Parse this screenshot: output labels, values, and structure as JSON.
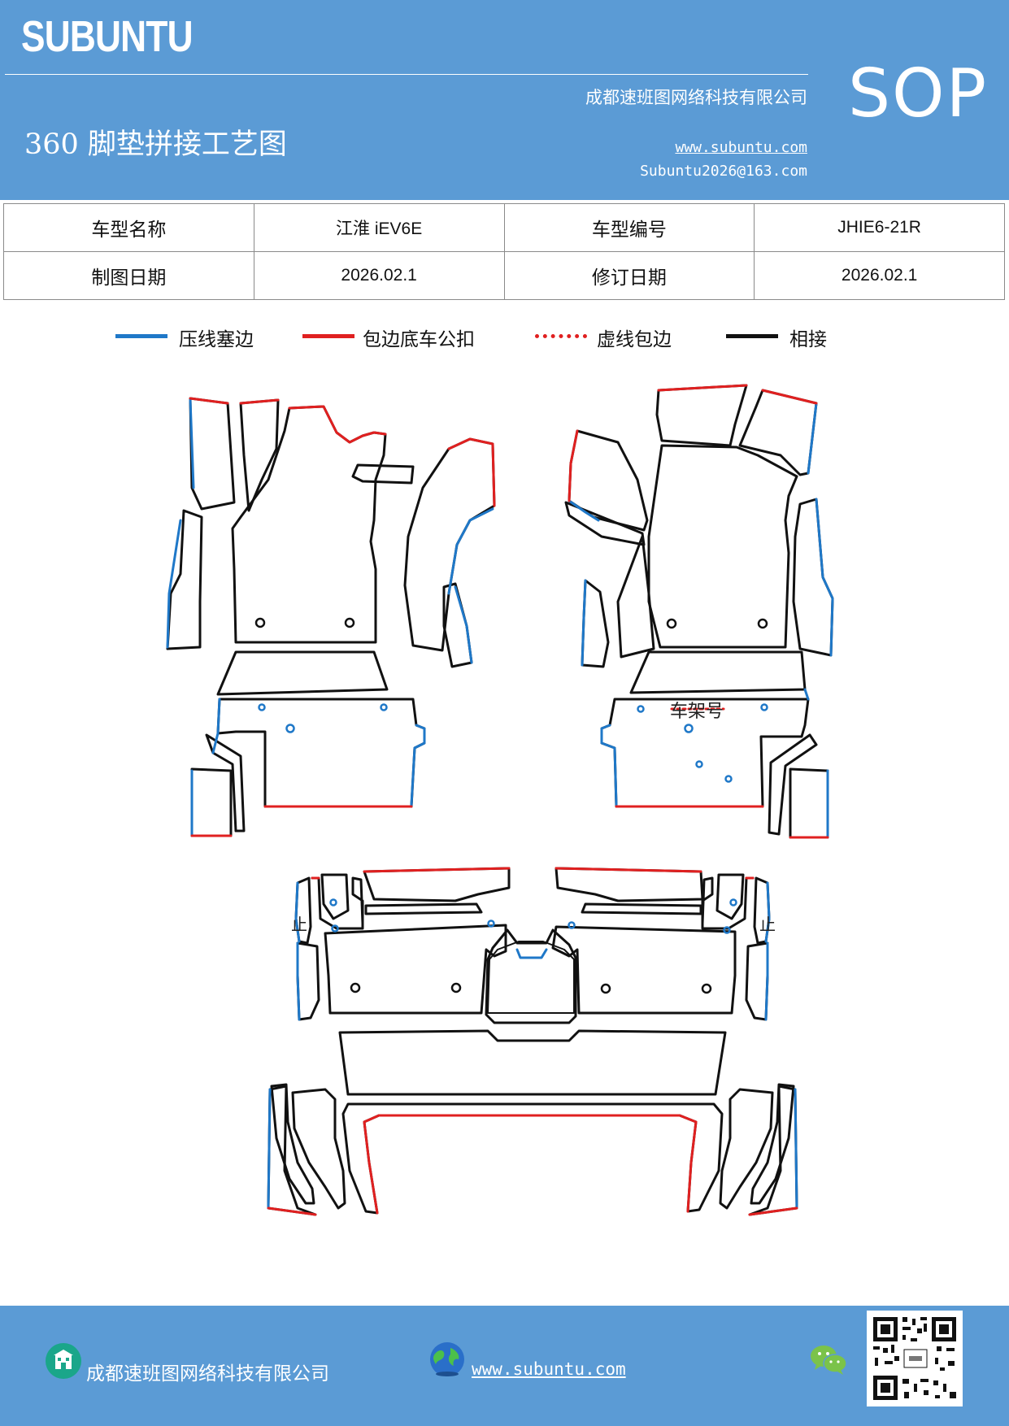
{
  "header": {
    "brand": "SUBUNTU",
    "company": "成都速班图网络科技有限公司",
    "title": "360 脚垫拼接工艺图",
    "website": "www.subuntu.com",
    "email": "Subuntu2026@163.com",
    "badge": "SOP",
    "background_color": "#5b9bd5"
  },
  "info_table": {
    "rows": [
      [
        "车型名称",
        "江淮 iEV6E",
        "车型编号",
        "JHIE6-21R"
      ],
      [
        "制图日期",
        "2026.02.1",
        "修订日期",
        "2026.02.1"
      ]
    ]
  },
  "legend": {
    "items": [
      {
        "label": "压线塞边",
        "color": "#1f78c8",
        "style": "solid"
      },
      {
        "label": "包边底车公扣",
        "color": "#e02020",
        "style": "solid"
      },
      {
        "label": "虚线包边",
        "color": "#e02020",
        "style": "dotted"
      },
      {
        "label": "相接",
        "color": "#111111",
        "style": "solid"
      }
    ]
  },
  "diagram": {
    "vin_label": "车架号",
    "stop_label_left": "止",
    "stop_label_right": "止"
  },
  "footer": {
    "company": "成都速班图网络科技有限公司",
    "website": "www.subuntu.com",
    "icons": [
      "building-icon",
      "globe-icon",
      "wechat-icon",
      "qr-code"
    ]
  }
}
